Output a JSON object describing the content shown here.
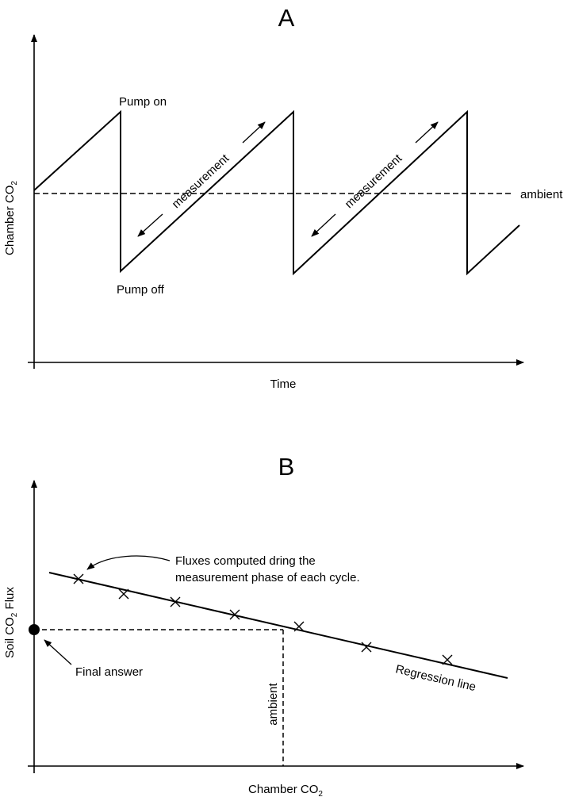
{
  "panel_a": {
    "letter": "A",
    "ylabel": "Chamber CO",
    "ylabel_sub": "2",
    "xlabel": "Time",
    "pump_on": "Pump on",
    "pump_off": "Pump off",
    "ambient": "ambient",
    "measurement_1": "measurement",
    "measurement_2": "measurement"
  },
  "panel_b": {
    "letter": "B",
    "ylabel_pre": "Soil CO",
    "ylabel_sub": "2",
    "ylabel_post": " Flux",
    "xlabel": "Chamber CO",
    "xlabel_sub": "2",
    "fluxes_line1": "Fluxes computed dring the",
    "fluxes_line2": "measurement phase of each cycle.",
    "final_answer": "Final answer",
    "regression": "Regression line",
    "ambient": "ambient"
  }
}
